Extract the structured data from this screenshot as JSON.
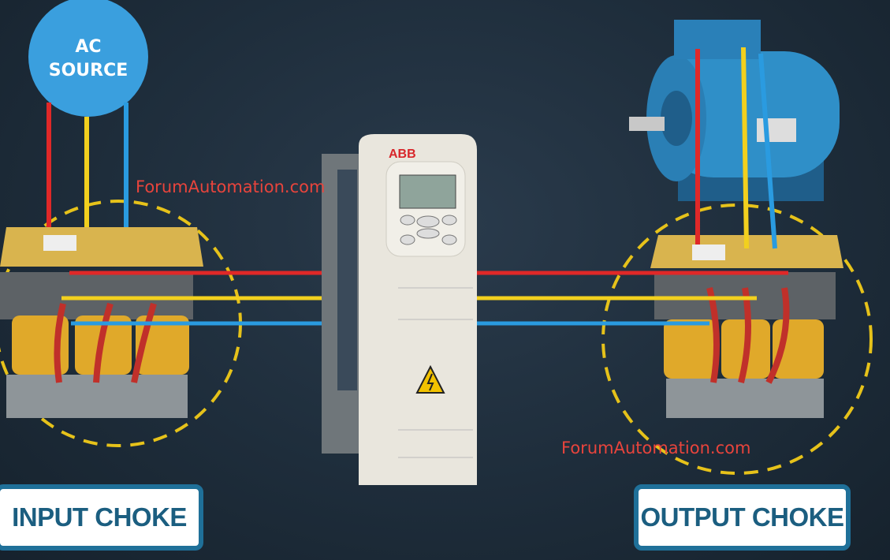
{
  "source": {
    "label_line1": "AC",
    "label_line2": "SOURCE",
    "color": "#3a9fde"
  },
  "drive": {
    "brand": "ABB"
  },
  "labels": {
    "input_choke": "INPUT CHOKE",
    "output_choke": "OUTPUT CHOKE"
  },
  "watermarks": [
    "ForumAutomation.com",
    "ForumAutomation.com"
  ],
  "colors": {
    "phase_l1": "#e02828",
    "phase_l2": "#f2d01e",
    "phase_l3": "#2a9be0",
    "ring": "#e6c21a",
    "motor": "#2f8fc8"
  }
}
